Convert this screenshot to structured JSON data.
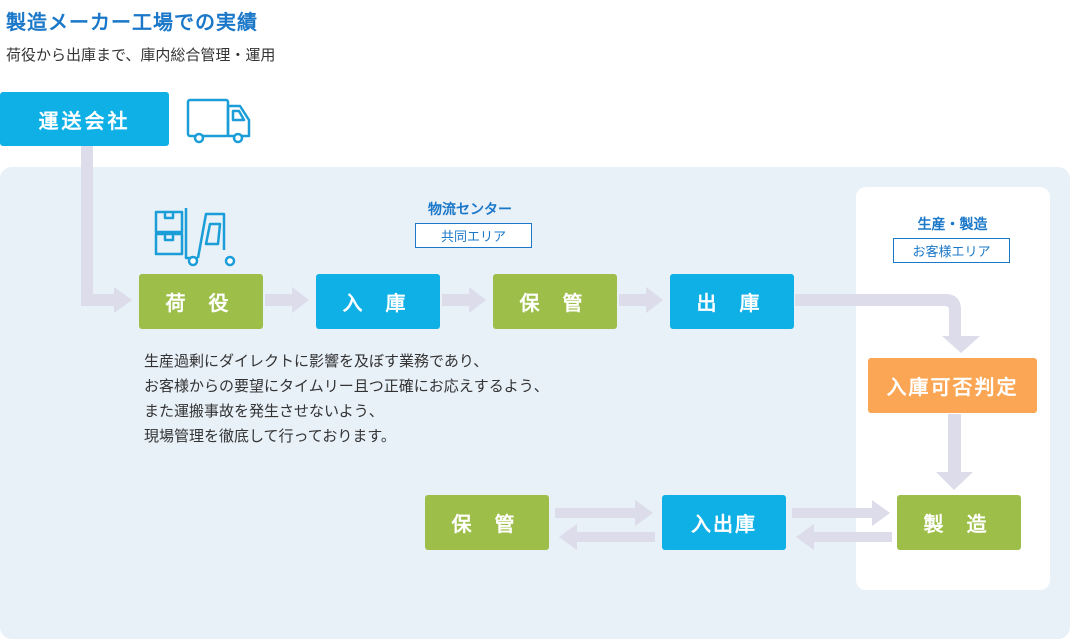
{
  "header": {
    "title": "製造メーカー工場での実績",
    "subtitle": "荷役から出庫まで、庫内総合管理・運用"
  },
  "carrier": {
    "label": "運送会社",
    "icon": "truck-icon"
  },
  "logistics_center": {
    "title": "物流センター",
    "tag": "共同エリア",
    "icon": "forklift-boxes-icon"
  },
  "production": {
    "title": "生産・製造",
    "tag": "お客様エリア"
  },
  "flow": {
    "handling": "荷 役",
    "receiving": "入 庫",
    "storage": "保 管",
    "shipping": "出 庫",
    "inspection": "入庫可否判定",
    "manufacturing": "製 造",
    "inout": "入出庫",
    "storage2": "保 管"
  },
  "description": [
    "生産過剰にダイレクトに影響を及ぼす業務であり、",
    "お客様からの要望にタイムリー且つ正確にお応えするよう、",
    "また運搬事故を発生させないよう、",
    "現場管理を徹底して行っております。"
  ],
  "colors": {
    "title": "#1b78c8",
    "cyan_box": "#0fb0e6",
    "green_box": "#9dbf4a",
    "orange_box": "#fba654",
    "panel": "#e8f0f8",
    "arrow": "#dcdcea"
  }
}
